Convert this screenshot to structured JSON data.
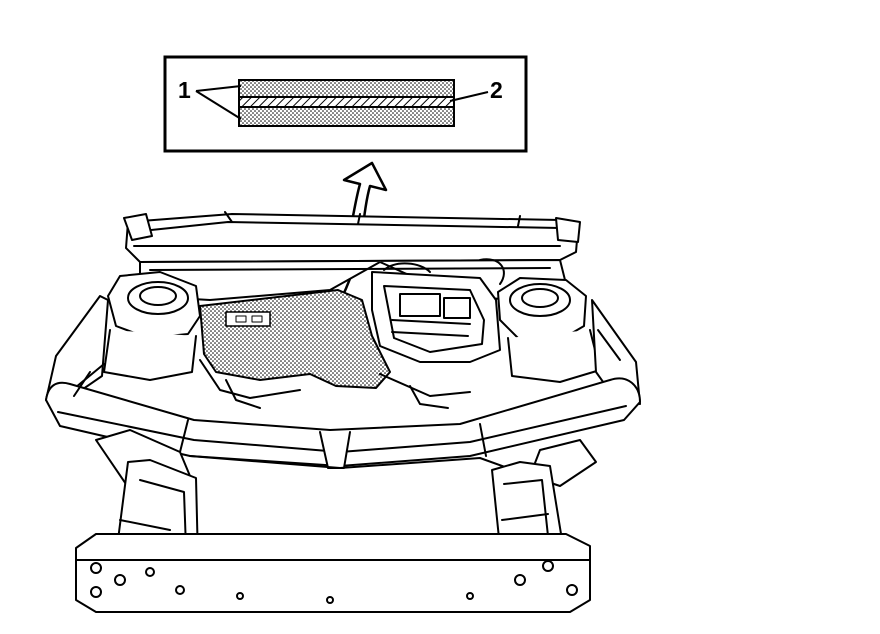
{
  "diagram": {
    "callouts": [
      {
        "id": "1",
        "label": "1"
      },
      {
        "id": "2",
        "label": "2"
      }
    ],
    "colors": {
      "line": "#000000",
      "background": "#ffffff",
      "insulation_pattern": "#8a8a8a"
    },
    "icons": {
      "arrow": "curved-arrow-icon"
    }
  }
}
